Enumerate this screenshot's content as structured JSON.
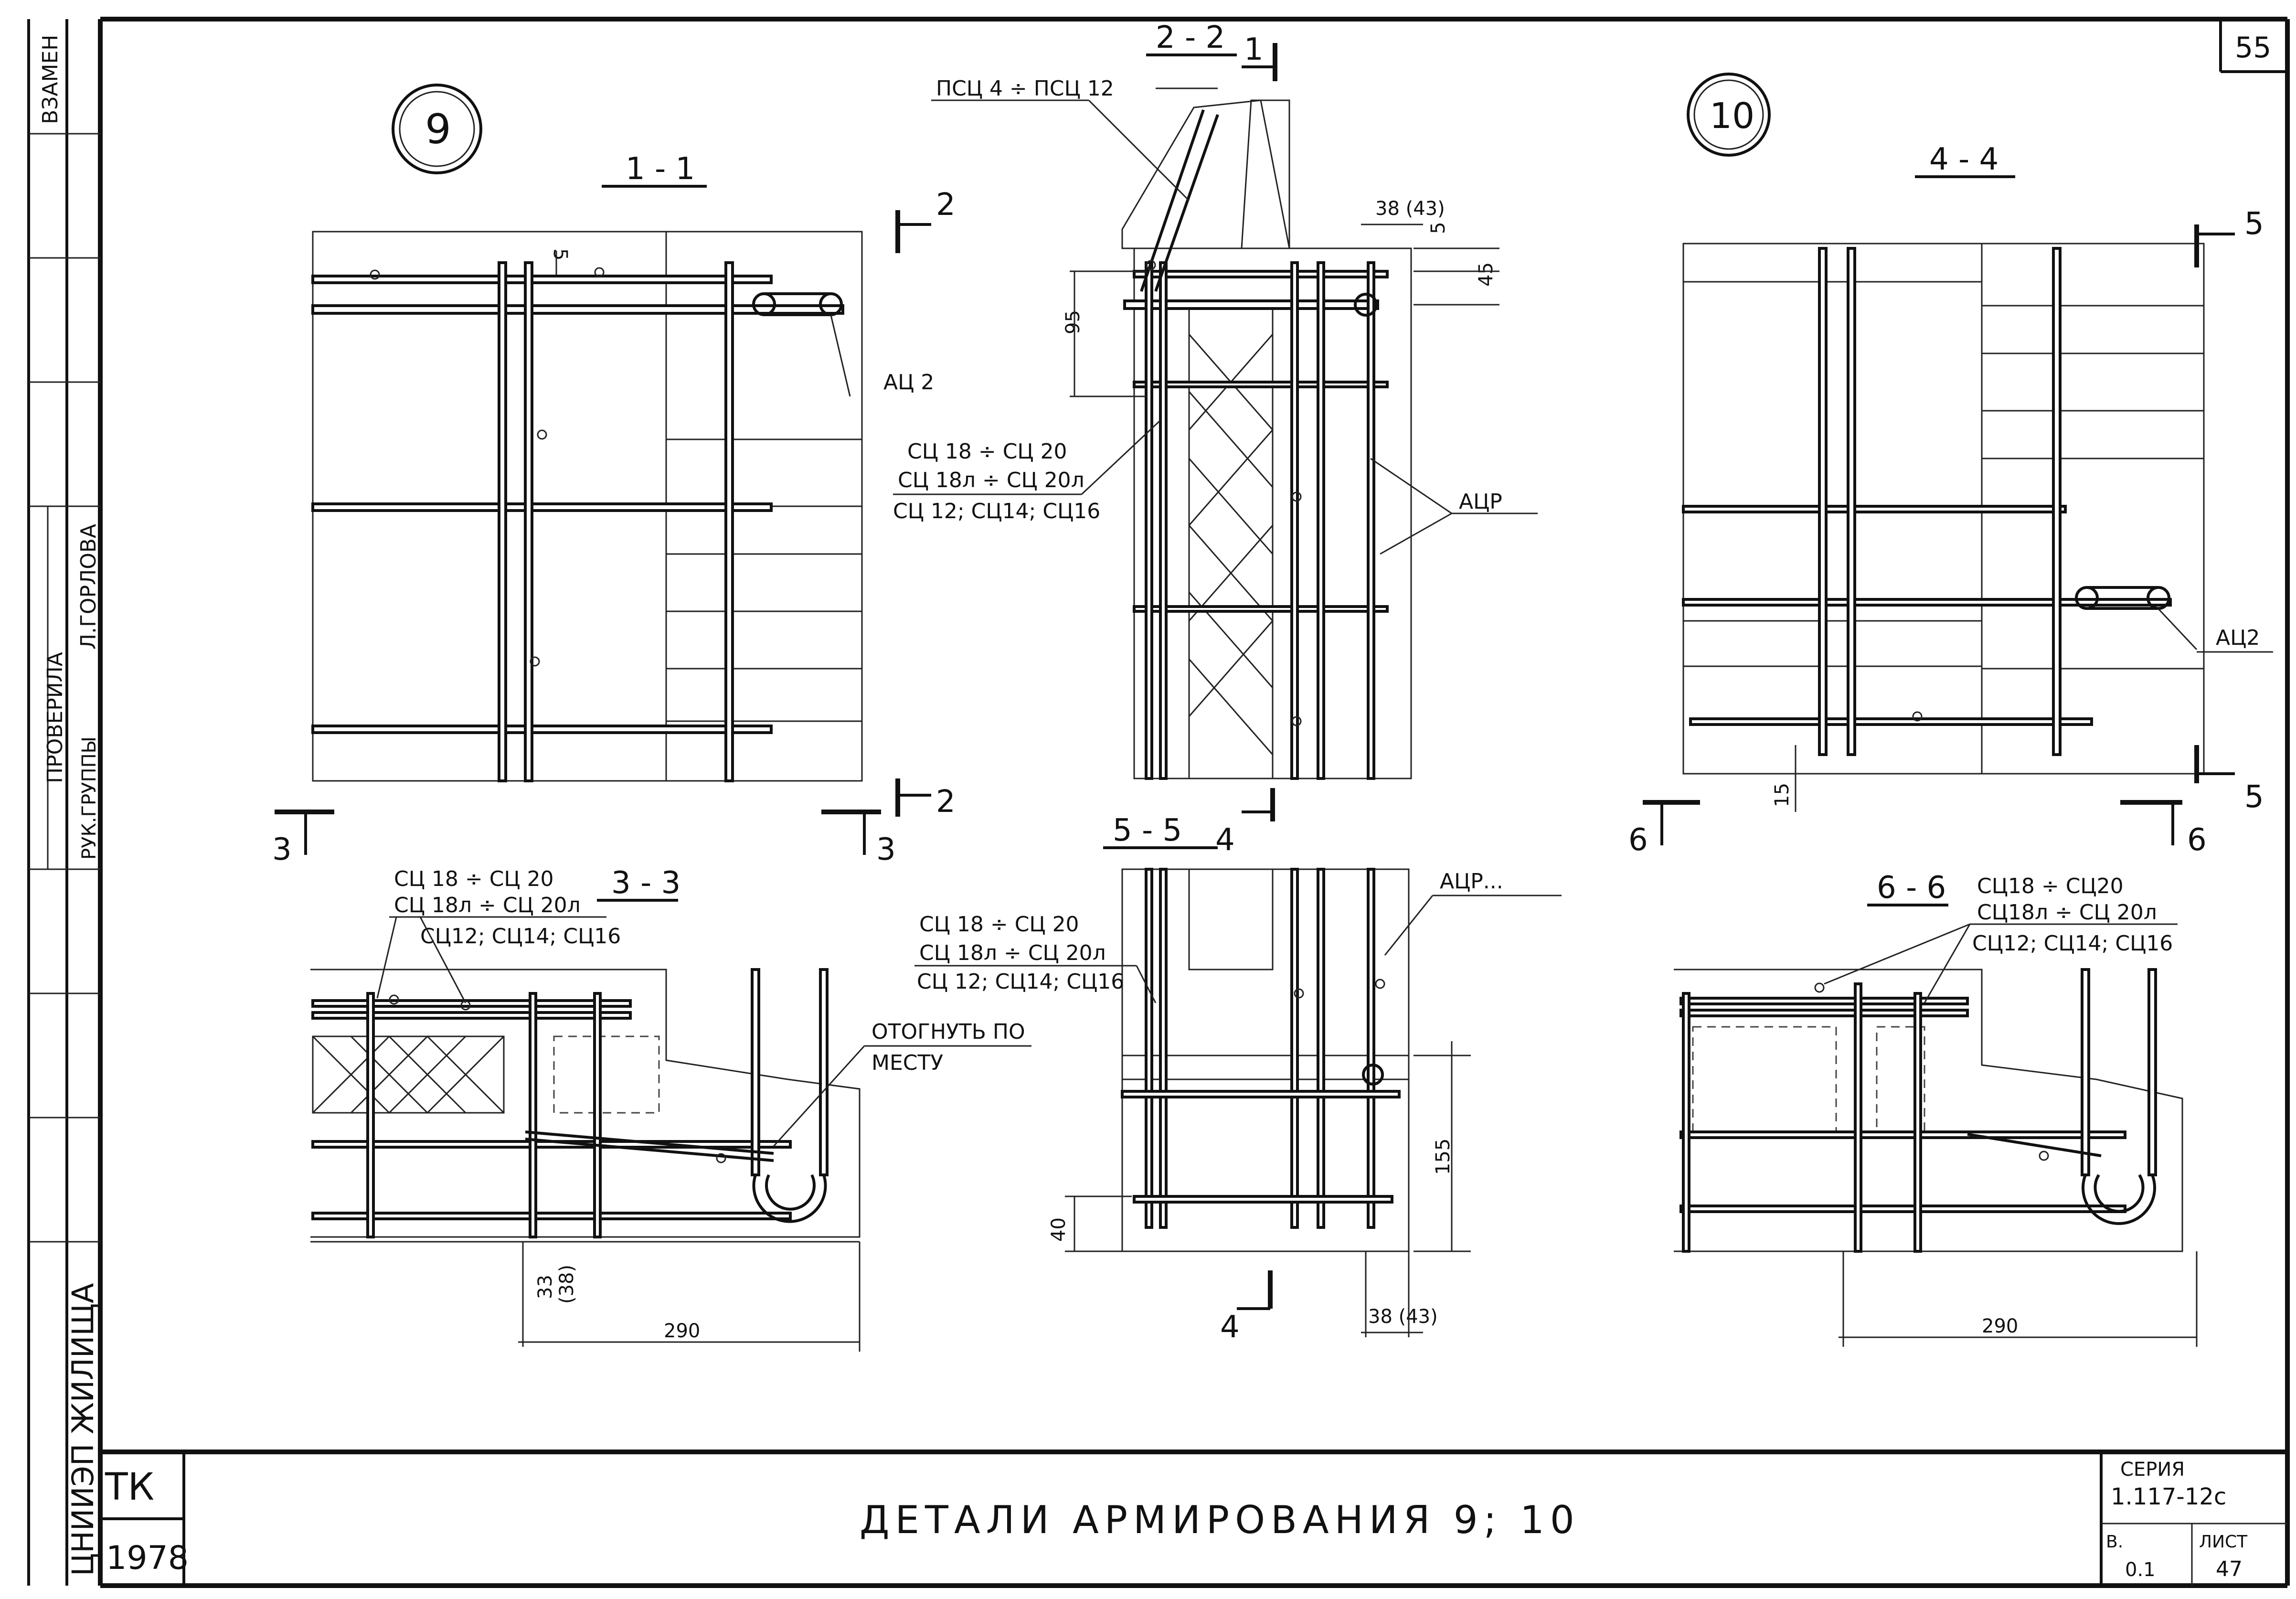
{
  "sheet": {
    "page_number": "55",
    "title": "ДЕТАЛИ АРМИРОВАНИЯ 9; 10",
    "tk_label": "ТК",
    "year": "1978",
    "series_label": "СЕРИЯ",
    "series_value": "1.117-12с",
    "issue_label": "В.",
    "issue_value": "0.1",
    "sheet_label": "ЛИСТ",
    "sheet_value": "47"
  },
  "side_stamp": {
    "vzamen": "ВЗАМЕН",
    "checked_label": "ПРОВЕРИЛА",
    "checked_name": "Л.ГОРЛОВА",
    "group_head": "РУК.ГРУППЫ",
    "org": "ЦНИИЭП ЖИЛИЩА"
  },
  "details": {
    "detail9": "9",
    "detail10": "10"
  },
  "sections": {
    "s11": "1 - 1",
    "s22": "2 - 2",
    "s33": "3 - 3",
    "s44": "4 - 4",
    "s55": "5 - 5",
    "s66": "6 - 6"
  },
  "cut_marks": {
    "m1": "1",
    "m2a": "2",
    "m2b": "2",
    "m3a": "3",
    "m3b": "3",
    "m4a": "4",
    "m4b": "4",
    "m5a": "5",
    "m5b": "5",
    "m6a": "6",
    "m6b": "6"
  },
  "labels": {
    "psc": "ПСЦ 4 ÷ ПСЦ 12",
    "ac2_a": "АЦ 2",
    "ac2_b": "АЦ2",
    "acr_a": "АЦР",
    "acr_b": "АЦР...",
    "sc_top1": "СЦ 18 ÷ СЦ 20",
    "sc_top2": "СЦ 18л ÷ СЦ 20л",
    "sc_top3": "СЦ 12; СЦ14; СЦ16",
    "sc_33_1": "СЦ 18 ÷ СЦ 20",
    "sc_33_2": "СЦ 18л ÷ СЦ 20л",
    "sc_33_3": "СЦ12; СЦ14; СЦ16",
    "sc_55_1": "СЦ 18 ÷ СЦ 20",
    "sc_55_2": "СЦ 18л ÷ СЦ 20л",
    "sc_55_3": "СЦ 12; СЦ14; СЦ16",
    "sc_66_1": "СЦ18 ÷ СЦ20",
    "sc_66_2": "СЦ18л ÷ СЦ 20л",
    "sc_66_3": "СЦ12; СЦ14; СЦ16",
    "bend1": "ОТОГНУТЬ ПО",
    "bend2": "МЕСТУ"
  },
  "dims": {
    "d5_a": "5",
    "d38_43_top": "38 (43)",
    "d5_b": "5",
    "d45": "45",
    "d95": "95",
    "d15": "15",
    "d33": "33",
    "d38p": "(38)",
    "d290_a": "290",
    "d290_b": "290",
    "d155": "155",
    "d40": "40",
    "d38_43_bot": "38 (43)"
  }
}
